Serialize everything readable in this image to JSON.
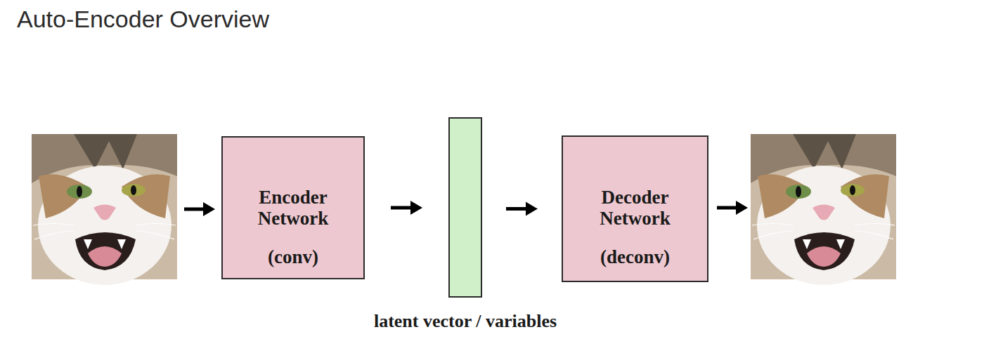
{
  "diagram": {
    "title": "Auto-Encoder Overview",
    "nodes": [
      {
        "text": [
          "Encoder Network",
          "(conv)"
        ]
      },
      {
        "text": [
          "latent vector / variables"
        ]
      },
      {
        "text": [
          "Decoder Network",
          "(deconv)"
        ]
      }
    ],
    "edges": [
      {
        "from": 0,
        "to": 1,
        "arrow": "to"
      },
      {
        "from": 1,
        "to": 2,
        "arrow": "to"
      }
    ]
  }
}
